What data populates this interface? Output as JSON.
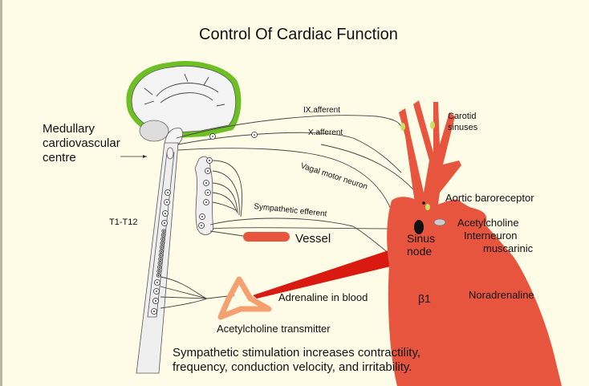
{
  "title": "Control Of Cardiac Function",
  "labels": {
    "medullary_1": "Medullary",
    "medullary_2": "cardiovascular",
    "medullary_3": "centre",
    "t_range": "T1-T12",
    "ix_afferent": "IX.afferent",
    "x_afferent": "X.afferent",
    "vagal_motor": "Vagal motor neuron",
    "sympathetic_efferent": "Sympathetic efferent",
    "carotid_1": "Carotid",
    "carotid_2": "sinuses",
    "aortic": "Aortic baroreceptor",
    "acetylcholine": "Acetylcholine",
    "interneuron": "Interneuron",
    "muscarinic": "muscarinic",
    "sinus_1": "Sinus",
    "sinus_2": "node",
    "vessel": "Vessel",
    "adrenaline": "Adrenaline in blood",
    "beta1": "β1",
    "noradrenaline": "Noradrenaline",
    "ach_transmitter": "Acetylcholine transmitter"
  },
  "caption": {
    "line1": "Sympathetic stimulation increases contractility,",
    "line2": "frequency, conduction velocity, and irritability."
  },
  "colors": {
    "background": "#fefce6",
    "heart": "#e8553f",
    "brain_outline": "#6cc024",
    "carotid_text": "#3f8a6a",
    "adrenaline_beam": "#d81a10"
  }
}
